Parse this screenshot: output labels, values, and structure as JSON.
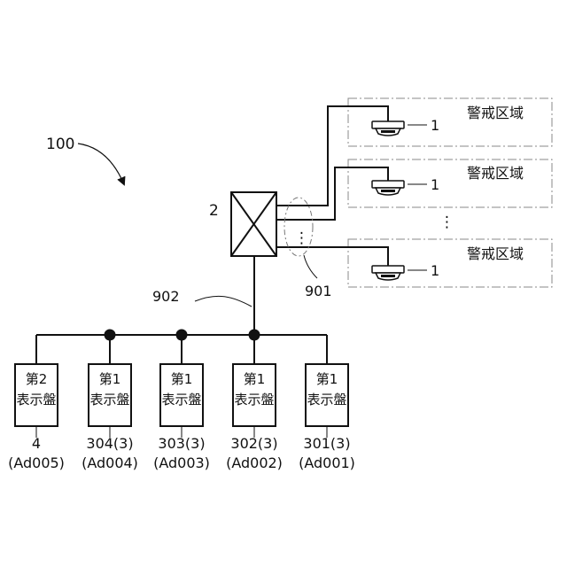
{
  "figure": {
    "system_ref": "100",
    "repeater_ref": "2",
    "trunk_ref": "902",
    "bundle_ref": "901",
    "detector_ref": "1",
    "zone_label": "警戒区域",
    "zones": [
      {
        "label": "警戒区域",
        "detector_ref": "1"
      },
      {
        "label": "警戒区域",
        "detector_ref": "1"
      },
      {
        "label": "警戒区域",
        "detector_ref": "1"
      }
    ],
    "panels": [
      {
        "line1": "第2",
        "line2": "表示盤",
        "ref": "4",
        "address": "(Ad005)"
      },
      {
        "line1": "第1",
        "line2": "表示盤",
        "ref": "304(3)",
        "address": "(Ad004)"
      },
      {
        "line1": "第1",
        "line2": "表示盤",
        "ref": "303(3)",
        "address": "(Ad003)"
      },
      {
        "line1": "第1",
        "line2": "表示盤",
        "ref": "302(3)",
        "address": "(Ad002)"
      },
      {
        "line1": "第1",
        "line2": "表示盤",
        "ref": "301(3)",
        "address": "(Ad001)"
      }
    ],
    "vertical_ellipsis": "⋮"
  }
}
